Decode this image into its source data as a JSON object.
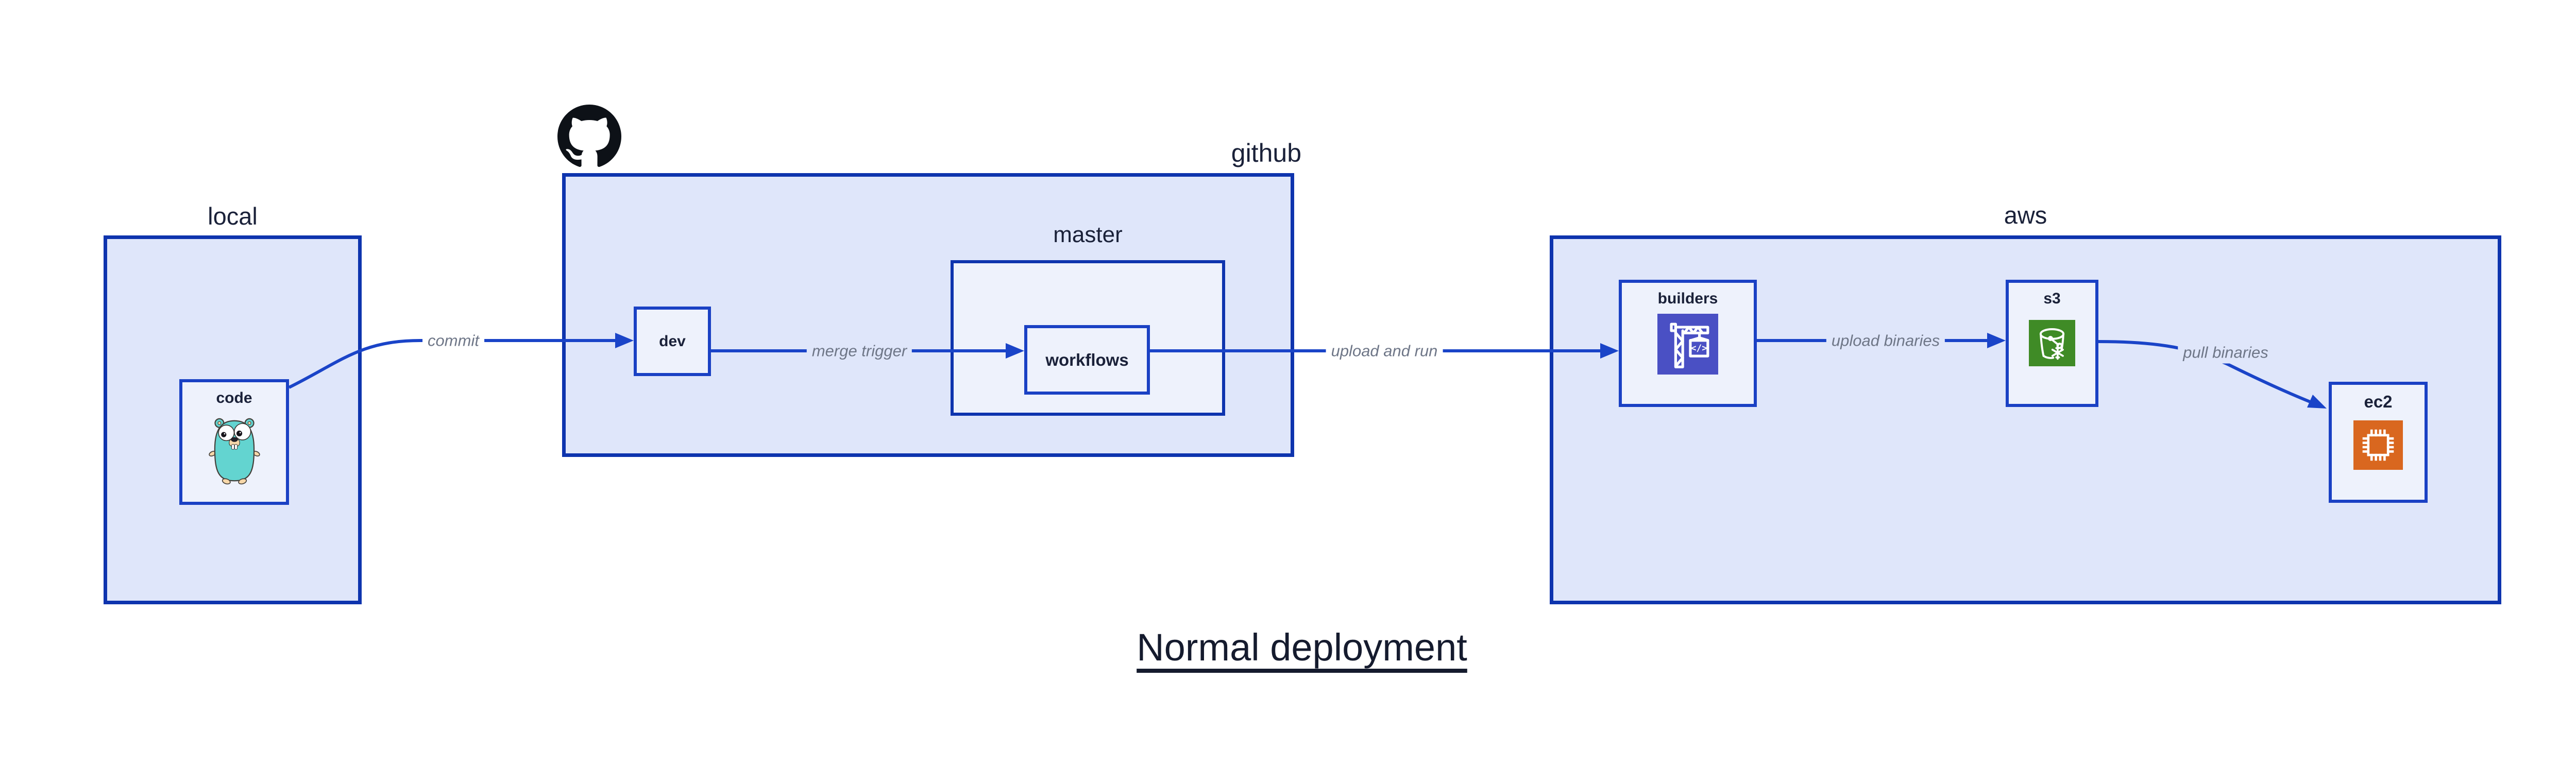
{
  "diagram_title": "Normal deployment",
  "containers": {
    "local": {
      "label": "local"
    },
    "github": {
      "label": "github"
    },
    "master": {
      "label": "master"
    },
    "aws": {
      "label": "aws"
    }
  },
  "nodes": {
    "code": {
      "label": "code",
      "icon": "go-gopher-icon"
    },
    "dev": {
      "label": "dev"
    },
    "workflows": {
      "label": "workflows"
    },
    "builders": {
      "label": "builders",
      "icon": "codebuild-crane-icon"
    },
    "s3": {
      "label": "s3",
      "icon": "s3-bucket-icon"
    },
    "ec2": {
      "label": "ec2",
      "icon": "cpu-chip-icon"
    }
  },
  "edges": {
    "commit": {
      "label": "commit"
    },
    "merge_trigger": {
      "label": "merge trigger"
    },
    "upload_and_run": {
      "label": "upload and run"
    },
    "upload_binaries": {
      "label": "upload binaries"
    },
    "pull_binaries": {
      "label": "pull binaries"
    }
  },
  "icons": {
    "github_logo": "github-octocat-icon"
  },
  "colors": {
    "container_fill": "#dfe6fa",
    "container_border": "#0e34ae",
    "node_fill": "#eef2fc",
    "node_border": "#1a41c4",
    "arrow": "#1a44c8",
    "label_navy": "#1a2139",
    "edge_label_gray": "#6e7687",
    "title_color": "#151b2e",
    "octocat_black": "#0d1117",
    "gopher_teal": "#63d4d0",
    "gopher_tan": "#f6d7a9",
    "builders_indigo": "#4a50c4",
    "s3_green": "#3f8b26",
    "ec2_orange": "#d9671f"
  }
}
